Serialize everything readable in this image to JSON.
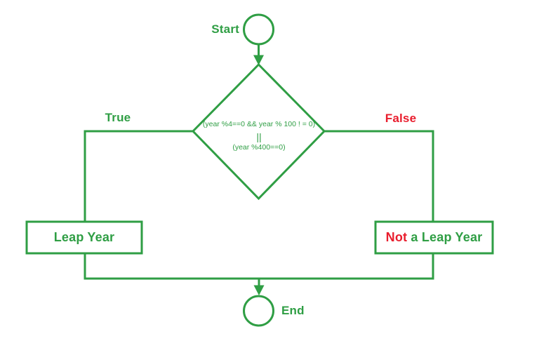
{
  "colors": {
    "green": "#2f9e44",
    "red": "#e91d2d",
    "background": "#ffffff"
  },
  "flowchart": {
    "start": {
      "label": "Start"
    },
    "decision": {
      "condition_line1": "(year %4==0 && year % 100 ! = 0)",
      "condition_operator": "||",
      "condition_line2": "(year %400==0)"
    },
    "branches": {
      "true_label": "True",
      "false_label": "False"
    },
    "outcomes": {
      "leap_year": "Leap Year",
      "not_leap_year_prefix": "Not",
      "not_leap_year_rest": " a Leap Year"
    },
    "end": {
      "label": "End"
    }
  }
}
